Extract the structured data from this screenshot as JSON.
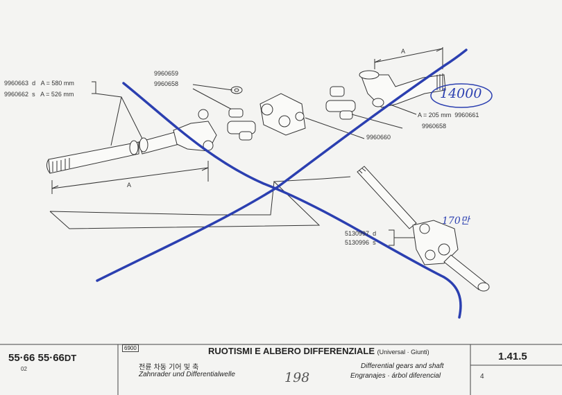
{
  "drawing": {
    "left_shaft": {
      "part_right": "9960663",
      "part_right_side": "d",
      "part_right_len": "A = 580 mm",
      "part_left": "9960662",
      "part_left_side": "s",
      "part_left_len": "A = 526 mm",
      "dim_label": "A"
    },
    "center_parts": {
      "ring_part": "9960659",
      "cross_part": "9960658"
    },
    "right_parts": {
      "yoke_len": "A = 205 mm",
      "yoke_part": "9960661",
      "cross_part": "9960658",
      "center_part": "9960660",
      "dim_label": "A"
    },
    "assembly": {
      "part_right": "5130997",
      "part_right_side": "d",
      "part_left": "5130996",
      "part_left_side": "s"
    },
    "handwritten": {
      "circled": "14000",
      "note": "170만",
      "page_note": "198"
    },
    "colors": {
      "cross_strike": "#2b3fb0",
      "ink": "#333333"
    }
  },
  "footer": {
    "models": "55·66  55·66",
    "model_suffix": "DT",
    "model_code": "02",
    "code_box": "6900",
    "title_it": "RUOTISMI E ALBERO DIFFERENZIALE",
    "title_it_sub": "(Universal · Giunti)",
    "title_kr": "전륜 차동 기어 및 축",
    "title_de": "Zahnrader und Differentialwelle",
    "title_en": "Differential gears and shaft",
    "title_es": "Engranajes · árbol diferencial",
    "page_number": "1.41.5",
    "sheet_number": "4"
  }
}
